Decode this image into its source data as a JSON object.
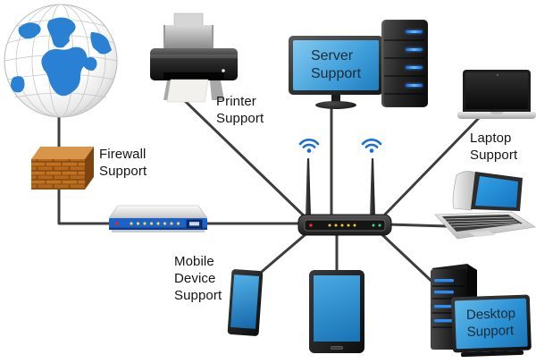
{
  "diagram": {
    "background": "#ffffff",
    "labels": {
      "firewall": "Firewall\nSupport",
      "printer": "Printer\nSupport",
      "server_screen": "Server\nSupport",
      "laptop": "Laptop\nSupport",
      "mobile": "Mobile\nDevice\nSupport",
      "desktop_screen": "Desktop\nSupport"
    },
    "nodes": [
      {
        "id": "internet",
        "icon": "globe-icon"
      },
      {
        "id": "firewall",
        "icon": "brick-wall-icon",
        "label": "Firewall Support"
      },
      {
        "id": "printer",
        "icon": "printer-icon",
        "label": "Printer Support"
      },
      {
        "id": "server",
        "icon": "monitor-icon",
        "screen_text": "Server Support"
      },
      {
        "id": "server-tower",
        "icon": "server-tower-icon"
      },
      {
        "id": "laptop",
        "icon": "laptop-closed-icon",
        "label": "Laptop Support"
      },
      {
        "id": "laptop-open",
        "icon": "laptop-open-icon"
      },
      {
        "id": "switch",
        "icon": "network-switch-icon"
      },
      {
        "id": "router",
        "icon": "wireless-router-icon"
      },
      {
        "id": "wifi-left",
        "icon": "wifi-signal-icon"
      },
      {
        "id": "wifi-right",
        "icon": "wifi-signal-icon"
      },
      {
        "id": "phone",
        "icon": "smartphone-icon",
        "label": "Mobile Device Support"
      },
      {
        "id": "tablet",
        "icon": "tablet-icon"
      },
      {
        "id": "desktop",
        "icon": "desktop-tower-icon",
        "screen_text": "Desktop Support"
      }
    ],
    "connections": [
      [
        "internet",
        "firewall"
      ],
      [
        "firewall",
        "switch"
      ],
      [
        "switch",
        "router"
      ],
      [
        "printer",
        "router"
      ],
      [
        "server",
        "router"
      ],
      [
        "laptop",
        "router"
      ],
      [
        "laptop-open",
        "router"
      ],
      [
        "phone",
        "router"
      ],
      [
        "tablet",
        "router"
      ],
      [
        "desktop",
        "router"
      ]
    ],
    "colors": {
      "line": "#3d3d3d",
      "screen_blue_light": "#7cc4ee",
      "screen_blue_dark": "#1f7cc0",
      "wifi_blue": "#1b6fd0",
      "brick_front": "#b5671d",
      "brick_mortar": "#8a4d12",
      "led_blue": "#2d8cf0",
      "switch_panel_blue": "#1b63c8",
      "label_text": "#141414"
    }
  }
}
